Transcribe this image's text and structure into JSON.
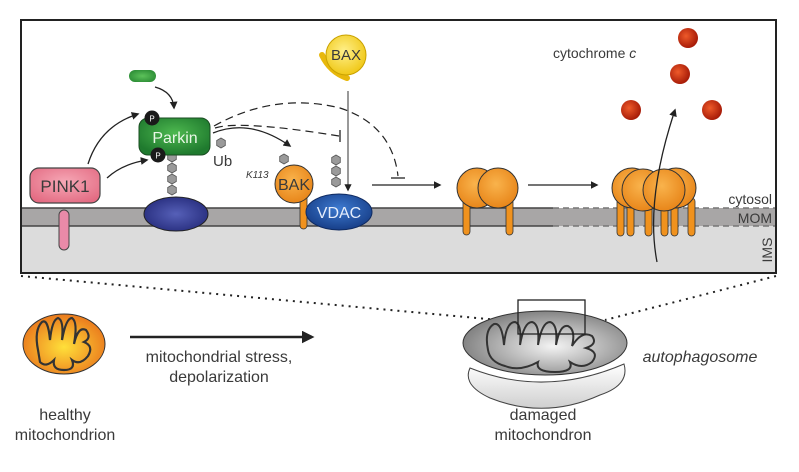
{
  "inset": {
    "proteins": {
      "pink1": "PINK1",
      "parkin": "Parkin",
      "phospho": "P",
      "ub": "Ub",
      "bak_site": "K113",
      "bak": "BAK",
      "vdac": "VDAC",
      "bax": "BAX"
    },
    "released": "cytochrome c",
    "released_prefix": "cytochrome ",
    "released_italic": "c",
    "compartments": {
      "cytosol": "cytosol",
      "mom": "MOM",
      "ims": "IMS"
    }
  },
  "bottom": {
    "healthy": [
      "healthy",
      "mitochondrion"
    ],
    "process": [
      "mitochondrial stress,",
      "depolarization"
    ],
    "damaged": [
      "damaged",
      "mitochondron"
    ],
    "autophagosome": "autophagosome"
  },
  "colors": {
    "parkin": "#2e8b3a",
    "pink1": "#e87a8e",
    "bak": "#f0921e",
    "vdac": "#1f4f9a",
    "bax": "#f4d020",
    "receptor": "#2e3488",
    "cytochrome": "#c0280c",
    "membrane": "#a8a6a6",
    "ims": "#dcdcdc"
  }
}
